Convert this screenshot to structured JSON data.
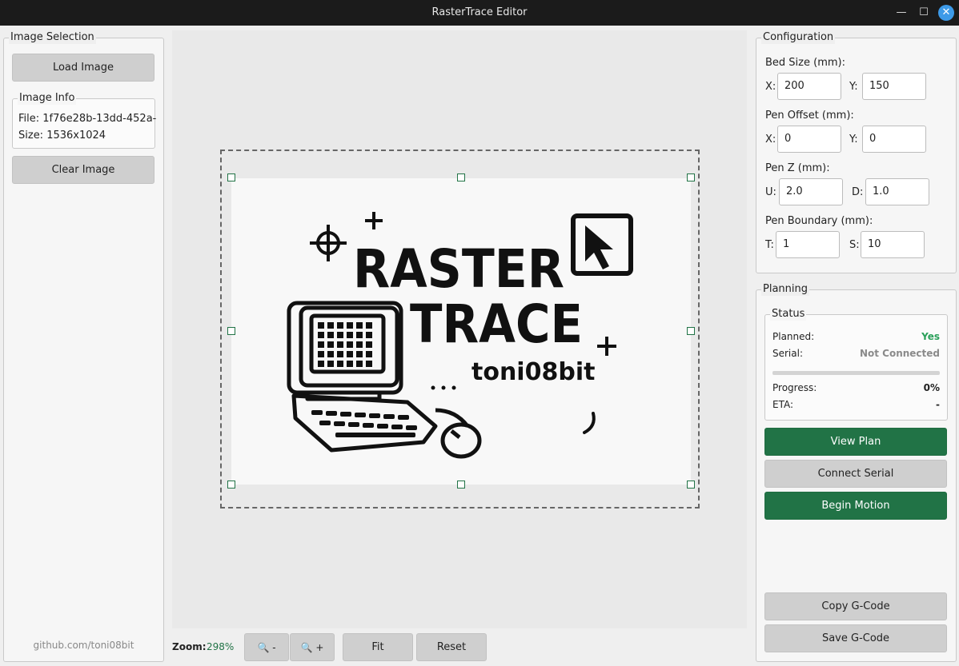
{
  "window": {
    "title": "RasterTrace Editor",
    "min_glyph": "—",
    "max_glyph": "☐",
    "close_glyph": "✕"
  },
  "left": {
    "title": "Image Selection",
    "load_button": "Load Image",
    "info_title": "Image Info",
    "file_line": "File: 1f76e28b-13dd-452a-",
    "size_line": "Size: 1536x1024",
    "clear_button": "Clear Image",
    "footer": "github.com/toni08bit"
  },
  "canvas": {
    "logo_line1": "RASTER",
    "logo_line2": "TRACE",
    "logo_sub": "toni08bit"
  },
  "zoom": {
    "label": "Zoom:",
    "value": "298%",
    "zoom_out": "🔍 -",
    "zoom_in": "🔍 +",
    "fit": "Fit",
    "reset": "Reset"
  },
  "config": {
    "title": "Configuration",
    "bed_label": "Bed Size (mm):",
    "bed_x_label": "X:",
    "bed_x": "200",
    "bed_y_label": "Y:",
    "bed_y": "150",
    "offset_label": "Pen Offset (mm):",
    "off_x_label": "X:",
    "off_x": "0",
    "off_y_label": "Y:",
    "off_y": "0",
    "penz_label": "Pen Z (mm):",
    "u_label": "U:",
    "u": "2.0",
    "d_label": "D:",
    "d": "1.0",
    "boundary_label": "Pen Boundary (mm):",
    "t_label": "T:",
    "t": "1",
    "s_label": "S:",
    "s": "10"
  },
  "planning": {
    "title": "Planning",
    "status_title": "Status",
    "planned_label": "Planned:",
    "planned_value": "Yes",
    "planned_color": "#2aa05a",
    "serial_label": "Serial:",
    "serial_value": "Not Connected",
    "serial_color": "#8a8a8a",
    "progress_fraction": 0,
    "progress_label": "Progress:",
    "progress_value": "0%",
    "eta_label": "ETA:",
    "eta_value": "-",
    "view_plan": "View Plan",
    "connect_serial": "Connect Serial",
    "begin_motion": "Begin Motion",
    "copy_gcode": "Copy G-Code",
    "save_gcode": "Save G-Code"
  },
  "colors": {
    "accent": "#217346",
    "titlebar": "#1b1b1b",
    "close": "#3d9ae8"
  }
}
